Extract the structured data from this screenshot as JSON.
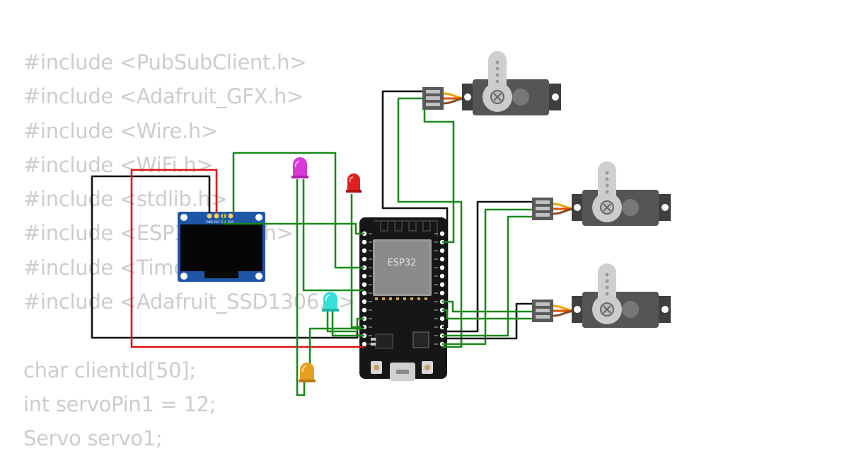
{
  "code_lines": [
    "#include <PubSubClient.h>",
    "#include <Adafruit_GFX.h>",
    "#include <Wire.h>",
    "#include <WiFi.h>",
    "#include <stdlib.h>",
    "#include <ESP32Servo.h>",
    "#include <Time.h>",
    "#include <Adafruit_SSD1306.h>",
    "",
    "char clientId[50];",
    "int servoPin1 = 12;",
    "Servo servo1;"
  ],
  "board": {
    "label": "ESP32"
  },
  "oled": {
    "pin_labels": [
      "GND",
      "VCC",
      "SCL",
      "SDA"
    ]
  },
  "colors": {
    "wire_green": "#1a8a1a",
    "wire_red": "#e01515",
    "wire_black": "#111111",
    "led_magenta": "#d63ad6",
    "led_red": "#e02020",
    "led_cyan": "#35e0d8",
    "led_yellow": "#e6a020",
    "servo_body": "#555555",
    "oled_board": "#1f56a8"
  }
}
